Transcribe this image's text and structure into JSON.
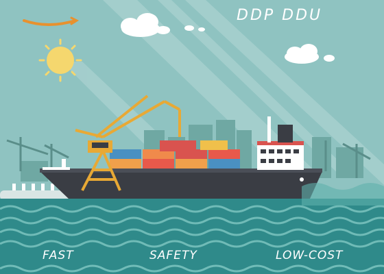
{
  "banner": {
    "heading": "DDP DDU",
    "features": [
      "FAST",
      "SAFETY",
      "LOW-COST"
    ]
  },
  "colors": {
    "sky": "#8fc3c1",
    "sea": "#2f8a8a",
    "hull": "#3a3d44",
    "hull_bottom": "#c0392b",
    "crane": "#e8a935",
    "sun": "#f5d76e"
  },
  "icons": [
    "sun-icon",
    "cloud-icon",
    "container-ship",
    "gantry-crane",
    "shipping-container"
  ]
}
